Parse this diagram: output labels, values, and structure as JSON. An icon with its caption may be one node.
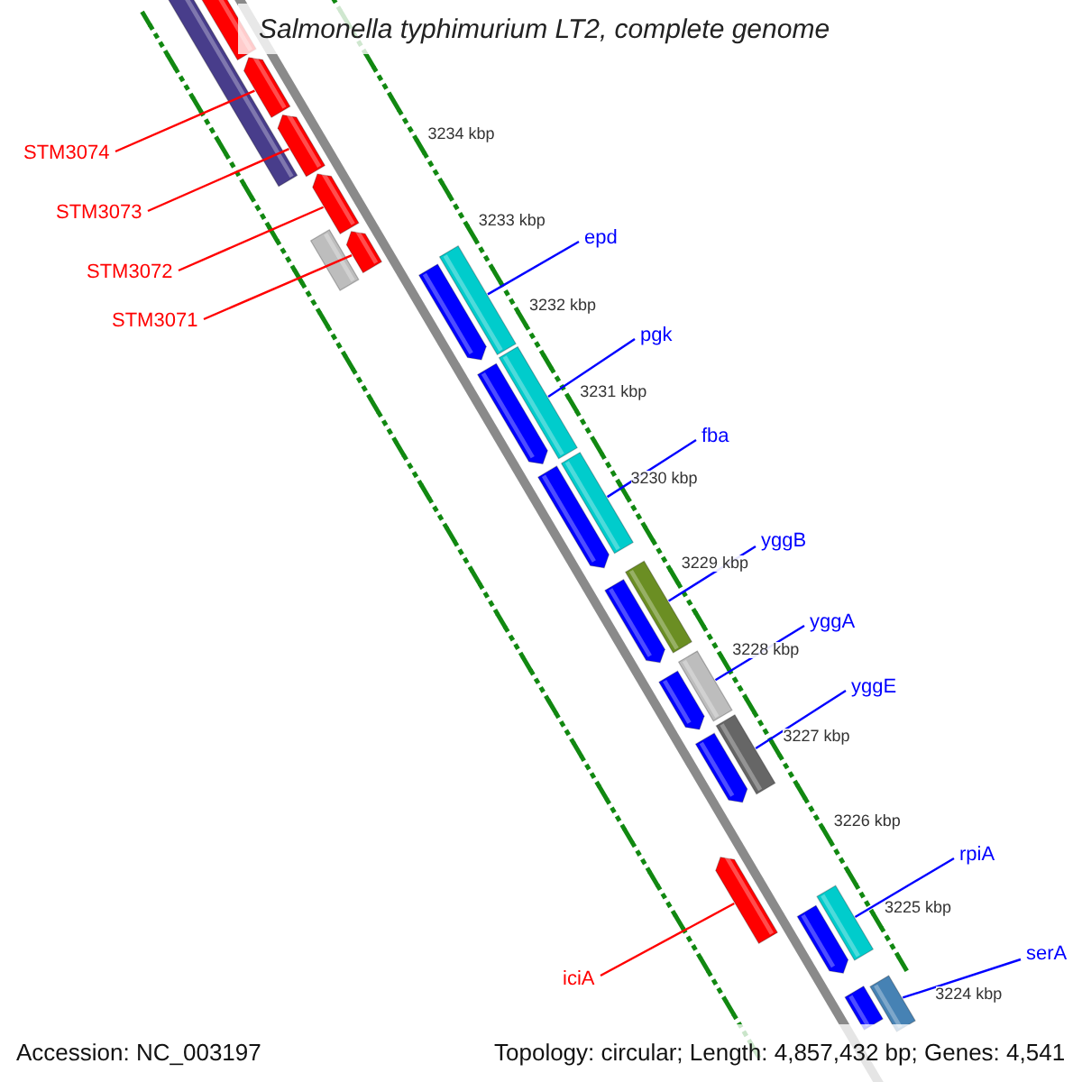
{
  "diagram": {
    "title": "Salmonella typhimurium LT2, complete genome",
    "nodes": [
      {
        "text": [
          "STM3074"
        ]
      },
      {
        "text": [
          "STM3073"
        ]
      },
      {
        "text": [
          "STM3072"
        ]
      },
      {
        "text": [
          "STM3071"
        ]
      },
      {
        "text": [
          "epd"
        ]
      },
      {
        "text": [
          "pgk"
        ]
      },
      {
        "text": [
          "fba"
        ]
      },
      {
        "text": [
          "yggB"
        ]
      },
      {
        "text": [
          "yggA"
        ]
      },
      {
        "text": [
          "yggE"
        ]
      },
      {
        "text": [
          "rpiA"
        ]
      },
      {
        "text": [
          "serA"
        ]
      },
      {
        "text": [
          "iciA"
        ]
      },
      {
        "text": [],
        "shape": "bar"
      },
      {
        "text": [],
        "shape": "bar"
      },
      {
        "text": [],
        "shape": "bar"
      },
      {
        "text": [],
        "shape": "bar"
      },
      {
        "text": [],
        "shape": "bar"
      },
      {
        "text": [],
        "shape": "bar"
      },
      {
        "text": [],
        "shape": "bar"
      },
      {
        "text": [],
        "shape": "bar"
      },
      {
        "text": [],
        "shape": "bar"
      },
      {
        "text": [],
        "shape": "bar"
      },
      {
        "text": [],
        "shape": "bar"
      },
      {
        "text": [],
        "shape": "bar"
      },
      {
        "text": [],
        "shape": "bar"
      }
    ],
    "edges": [
      {
        "from": 0,
        "to": 13,
        "arrow": "none",
        "color": "#ff0000"
      },
      {
        "from": 1,
        "to": 14,
        "arrow": "none",
        "color": "#ff0000"
      },
      {
        "from": 2,
        "to": 15,
        "arrow": "none",
        "color": "#ff0000"
      },
      {
        "from": 3,
        "to": 16,
        "arrow": "none",
        "color": "#ff0000"
      },
      {
        "from": 4,
        "to": 17,
        "arrow": "none"
      },
      {
        "from": 5,
        "to": 18,
        "arrow": "none"
      },
      {
        "from": 6,
        "to": 19,
        "arrow": "none"
      },
      {
        "from": 7,
        "to": 20,
        "arrow": "none"
      },
      {
        "from": 8,
        "to": 21,
        "arrow": "none"
      },
      {
        "from": 9,
        "to": 22,
        "arrow": "none"
      },
      {
        "from": 10,
        "to": 24,
        "arrow": "none"
      },
      {
        "from": 11,
        "to": 25,
        "arrow": "none"
      },
      {
        "from": 12,
        "to": 23,
        "arrow": "none",
        "color": "#ff0000"
      }
    ],
    "labels": [
      "3234 kbp",
      "3233 kbp",
      "3232 kbp",
      "3231 kbp",
      "3230 kbp",
      "3229 kbp",
      "3228 kbp",
      "3227 kbp",
      "3226 kbp",
      "3225 kbp",
      "3224 kbp",
      "Accession: NC_003197",
      "Topology: circular; Length: 4,857,432 bp; Genes: 4,541"
    ]
  }
}
